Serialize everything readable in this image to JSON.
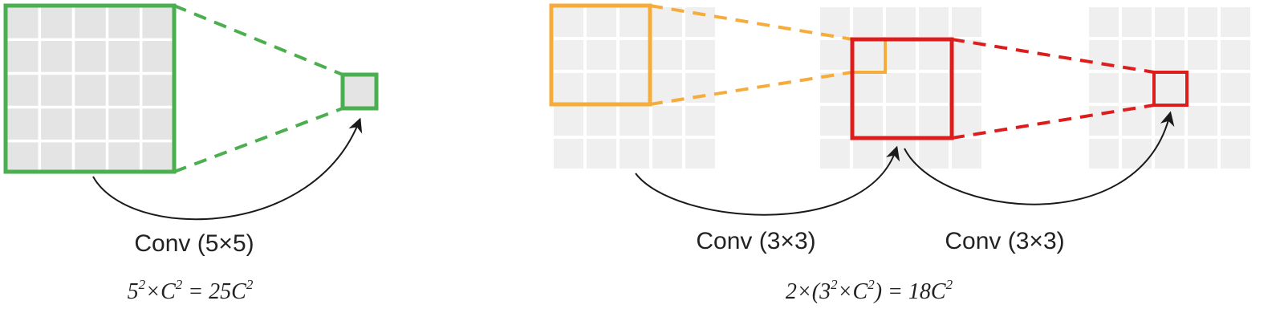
{
  "diagram": {
    "colors": {
      "green": "#4bae4f",
      "orange": "#f5ac3b",
      "red": "#dd1c1c",
      "grid_dark": "#e4e4e4",
      "grid_light": "#efefef",
      "arrow": "#1a1a1a",
      "text": "#222222"
    },
    "left": {
      "input_grid_size": 5,
      "kernel_size": 5,
      "conv_label": "Conv (5×5)",
      "formula": {
        "base": "5",
        "sup1": "2",
        "mult": "×C",
        "sup2": "2",
        "eq": " = 25C",
        "sup3": "2"
      }
    },
    "right": {
      "input_grid_size": 5,
      "kernel_size": 3,
      "stages": 2,
      "conv_label_1": "Conv (3×3)",
      "conv_label_2": "Conv (3×3)",
      "formula": {
        "prefix": "2×(3",
        "sup1": "2",
        "mult": "×C",
        "sup2": "2",
        "close": ") = 18C",
        "sup3": "2"
      }
    }
  }
}
